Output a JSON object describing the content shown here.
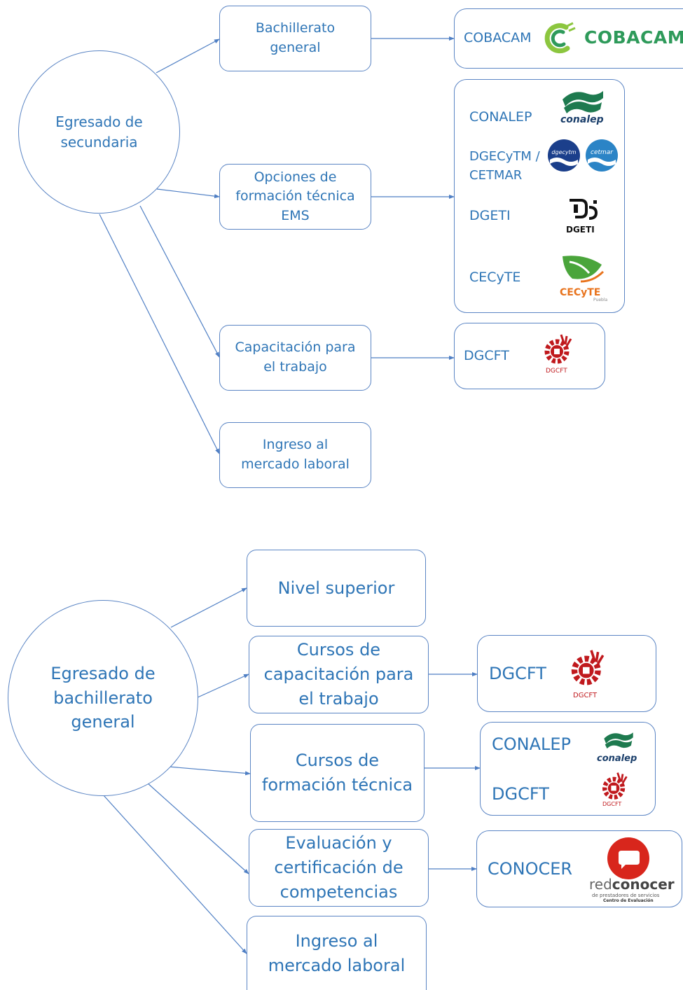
{
  "diagram1": {
    "root": {
      "line1": "Egresado de",
      "line2": "secundaria"
    },
    "options": [
      {
        "line1": "Bachillerato",
        "line2": "general"
      },
      {
        "line1": "Opciones de",
        "line2": "formación técnica",
        "line3": "EMS"
      },
      {
        "line1": "Capacitación para",
        "line2": "el trabajo"
      },
      {
        "line1": "Ingreso al",
        "line2": "mercado laboral"
      }
    ],
    "cobacam": {
      "label": "COBACAM",
      "logo_text": "COBACAM"
    },
    "ems_institutions": {
      "conalep": "CONALEP",
      "dgecytm_line1": "DGECyTM /",
      "dgecytm_line2": "CETMAR",
      "dgeti": "DGETI",
      "cecyte": "CECyTE"
    },
    "dgcft": {
      "label": "DGCFT"
    }
  },
  "diagram2": {
    "root": {
      "line1": "Egresado de",
      "line2": "bachillerato",
      "line3": "general"
    },
    "options": [
      {
        "line1": "Nivel superior"
      },
      {
        "line1": "Cursos de",
        "line2": "capacitación para",
        "line3": "el trabajo"
      },
      {
        "line1": "Cursos de",
        "line2": "formación técnica"
      },
      {
        "line1": "Evaluación y",
        "line2": "certificación de",
        "line3": "competencias"
      },
      {
        "line1": "Ingreso al",
        "line2": "mercado laboral"
      }
    ],
    "dgcft": {
      "label": "DGCFT"
    },
    "tech": {
      "conalep": "CONALEP",
      "dgcft": "DGCFT"
    },
    "conocer": {
      "label": "CONOCER"
    }
  },
  "logos": {
    "conalep_word": "conalep",
    "dgecytm_word": "dgecytm",
    "cetmar_word": "cetmar",
    "dgeti_word": "DGETI",
    "cecyte_word": "CECyTE",
    "cecyte_sub": "Puebla",
    "dgcft_word": "DGCFT",
    "red_word": "red",
    "conocer_word": "conocer",
    "conocer_sub1": "de prestadores de servicios",
    "conocer_sub2": "Centro de Evaluación"
  },
  "colors": {
    "text": "#2e75b6",
    "line": "#5b85c4",
    "conalep_green": "#1e7a4f",
    "cobacam_green": "#2e9a5a",
    "cobacam_lime": "#8cc63f",
    "dgcft_red": "#c0191d",
    "cecyte_green": "#4aa53b",
    "cecyte_orange": "#e8731d",
    "conocer_red": "#d8261c",
    "navy": "#1b3f8b"
  }
}
